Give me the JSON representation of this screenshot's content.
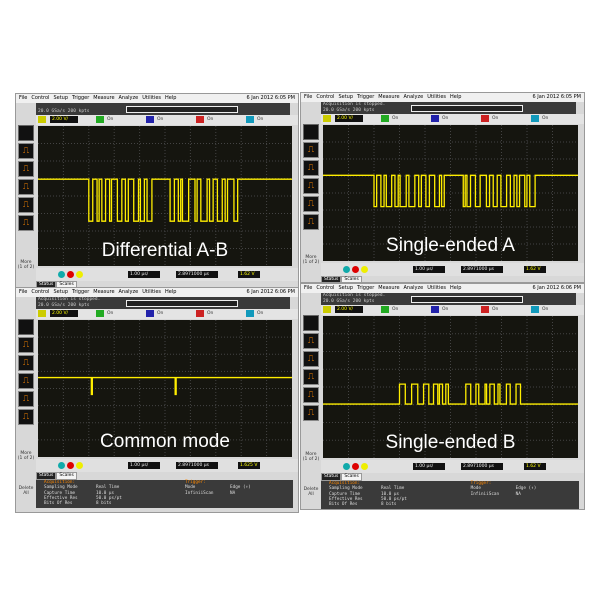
{
  "menu": [
    "File",
    "Control",
    "Setup",
    "Trigger",
    "Measure",
    "Analyze",
    "Utilities",
    "Help"
  ],
  "colors": {
    "trace": "#ffee00",
    "grid_bg": "#15150f",
    "accent": "#ff8800"
  },
  "left_tools": [
    "rising-edge-icon",
    "falling-edge-icon",
    "pulse-icon",
    "pulse-width-icon",
    "runt-icon",
    "setup-hold-icon",
    "transition-icon",
    "trigger-icon"
  ],
  "more_label": "More\n(1 of 2)",
  "delete_label": "Delete\nAll",
  "status": {
    "tabs": [
      "Status",
      "Scales"
    ],
    "acquisition": "Acquisition:",
    "rows": [
      [
        "Sampling Mode",
        "Real Time"
      ],
      [
        "Capture Time",
        "10.0 µs"
      ],
      [
        "Effective Res",
        "50.0 ps/pt"
      ],
      [
        "Bits Of Res",
        "8 bits"
      ]
    ],
    "trigger": "Trigger:",
    "trigger_rows": [
      [
        "Mode",
        "Edge (↑)"
      ],
      [
        "InfiniiScan",
        "NA"
      ]
    ]
  },
  "panels": [
    {
      "id": "differential",
      "caption": "Differential  A-B",
      "date": "6 Jan 2012  6:05 PM",
      "info": [
        "",
        "20.0 GSa/s   200 kpts"
      ],
      "ch1_scale": "2.00 V/",
      "ch_labels": [
        "On",
        "On",
        "On",
        "On"
      ],
      "timebase": "1.00 µs/",
      "delay": "2.8971000 µs",
      "trigger_level": "1.62 V",
      "show_status": false
    },
    {
      "id": "single-a",
      "caption": "Single-ended A",
      "date": "6 Jan 2012  6:05 PM",
      "info": [
        "Acquisition is stopped.",
        "20.0 GSa/s   200 kpts"
      ],
      "ch1_scale": "2.00 V/",
      "ch_labels": [
        "On",
        "On",
        "On",
        "On"
      ],
      "timebase": "1.00 µs/",
      "delay": "2.8971000 µs",
      "trigger_level": "1.62 V",
      "show_status": false
    },
    {
      "id": "common-mode",
      "caption": "Common mode",
      "date": "6 Jan 2012  6:06 PM",
      "info": [
        "Acquisition is stopped.",
        "20.0 GSa/s   200 kpts"
      ],
      "ch1_scale": "2.00 V/",
      "ch_labels": [
        "On",
        "On",
        "On",
        "On"
      ],
      "timebase": "1.00 µs/",
      "delay": "2.8971000 µs",
      "trigger_level": "1.625 V",
      "show_status": true
    },
    {
      "id": "single-b",
      "caption": "Single-ended B",
      "date": "6 Jan 2012  6:06 PM",
      "info": [
        "Acquisition is stopped.",
        "20.0 GSa/s   200 kpts"
      ],
      "ch1_scale": "2.00 V/",
      "ch_labels": [
        "On",
        "On",
        "On",
        "On"
      ],
      "timebase": "1.00 µs/",
      "delay": "2.8971000 µs",
      "trigger_level": "1.62 V",
      "show_status": true
    }
  ]
}
